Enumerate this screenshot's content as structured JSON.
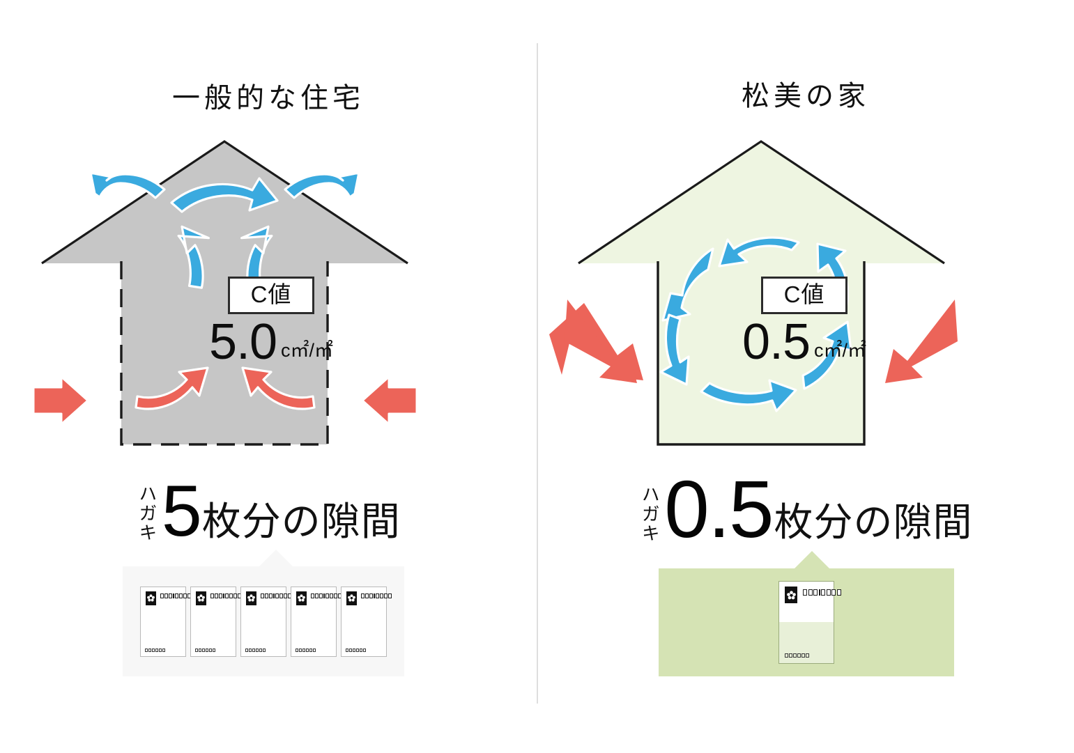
{
  "diagram": {
    "kind": "airtightness-comparison",
    "colors": {
      "house_fill_left": "#c6c6c6",
      "house_fill_right": "#eef5e1",
      "outline": "#1a1a1a",
      "arrow_blue": "#3aaadf",
      "arrow_red": "#ec6459",
      "arrow_outline": "#ffffff",
      "panel_left_bg": "#f7f7f7",
      "panel_right_bg": "#d5e3b4",
      "divider": "#dedede"
    }
  },
  "left": {
    "title": "一般的な住宅",
    "c_value": {
      "label": "C値",
      "number": "5.0",
      "unit": "c㎡/㎡"
    },
    "caption": {
      "vertical_label": "ハガキ",
      "number": "5",
      "suffix": "枚分の隙間"
    },
    "postcards": {
      "count": 5,
      "fill_ratio": 1
    },
    "arrows": {
      "blue_count": 6,
      "red_count": 4,
      "direction": "leaking-out"
    },
    "wall_style": "dashed"
  },
  "right": {
    "title": "松美の家",
    "c_value": {
      "label": "C値",
      "number": "0.5",
      "unit": "c㎡/㎡"
    },
    "caption": {
      "vertical_label": "ハガキ",
      "number": "0.5",
      "suffix": "枚分の隙間"
    },
    "postcards": {
      "count": 1,
      "fill_ratio": 0.5
    },
    "arrows": {
      "blue_count": 6,
      "red_count": 2,
      "direction": "circulating-inside"
    },
    "wall_style": "solid"
  }
}
